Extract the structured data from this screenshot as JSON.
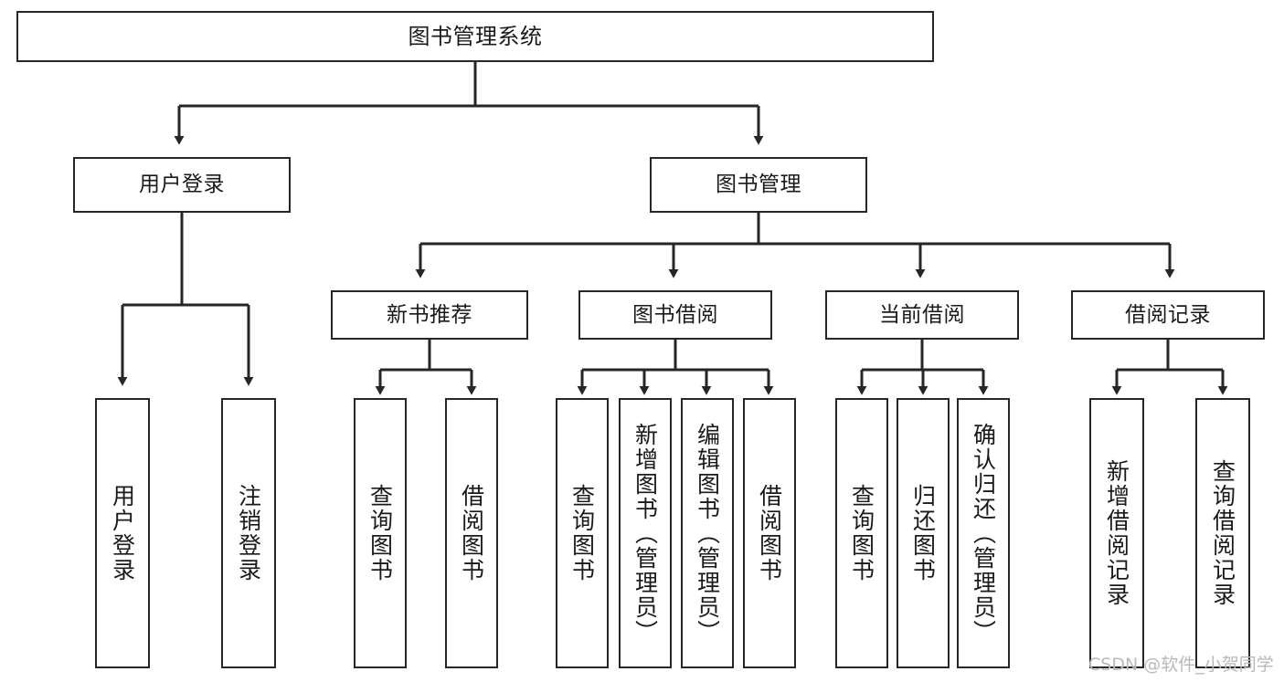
{
  "diagram": {
    "title": "图书管理系统",
    "type": "functional-structure-tree",
    "watermark": "CSDN @软件_小贺同学",
    "colors": {
      "stroke": "#262626",
      "fill": "#ffffff",
      "text": "#1a1a1a",
      "watermark": "#b9b9b9"
    },
    "nodes": {
      "root": {
        "label": "图书管理系统"
      },
      "level1": [
        {
          "label": "用户登录"
        },
        {
          "label": "图书管理"
        }
      ],
      "level2": [
        {
          "label": "新书推荐"
        },
        {
          "label": "图书借阅"
        },
        {
          "label": "当前借阅"
        },
        {
          "label": "借阅记录"
        }
      ],
      "leaves": {
        "user_login": [
          {
            "label": "用户登录"
          },
          {
            "label": "注销登录"
          }
        ],
        "new_book": [
          {
            "label": "查询图书"
          },
          {
            "label": "借阅图书"
          }
        ],
        "book_borrow": [
          {
            "label": "查询图书"
          },
          {
            "label": "新增图书（管理员）"
          },
          {
            "label": "编辑图书（管理员）"
          },
          {
            "label": "借阅图书"
          }
        ],
        "current_borrow": [
          {
            "label": "查询图书"
          },
          {
            "label": "归还图书"
          },
          {
            "label": "确认归还（管理员）"
          }
        ],
        "borrow_record": [
          {
            "label": "新增借阅记录"
          },
          {
            "label": "查询借阅记录"
          }
        ]
      }
    }
  }
}
